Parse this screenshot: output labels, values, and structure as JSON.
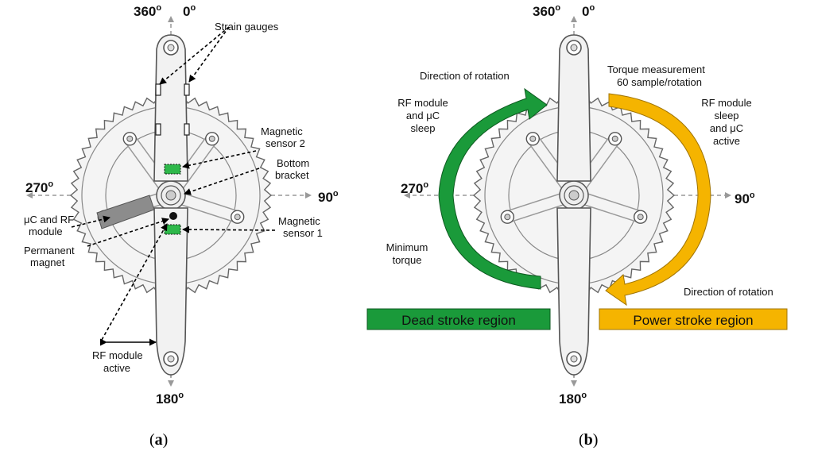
{
  "panel_a": {
    "angles": {
      "top_left": "360",
      "top_right": "0",
      "left": "270",
      "right": "90",
      "bottom": "180",
      "sup": "o"
    },
    "labels": {
      "strain_gauges": "Strain gauges",
      "magnetic_sensor_2": [
        "Magnetic",
        "sensor 2"
      ],
      "bottom_bracket": [
        "Bottom",
        "bracket"
      ],
      "magnetic_sensor_1": [
        "Magnetic",
        "sensor 1"
      ],
      "uc_rf_module": [
        "μC and RF",
        "module"
      ],
      "permanent_magnet": [
        "Permanent",
        "magnet"
      ],
      "rf_module_active": [
        "RF module",
        "active"
      ]
    },
    "caption": {
      "open": "(",
      "letter": "a",
      "close": ")"
    }
  },
  "panel_b": {
    "angles": {
      "top_left": "360",
      "top_right": "0",
      "left": "270",
      "right": "90",
      "bottom": "180",
      "sup": "o"
    },
    "labels": {
      "direction_top": "Direction of rotation",
      "torque_measurement": [
        "Torque measurement",
        "60 sample/rotation"
      ],
      "rf_sleep": [
        "RF module",
        "and μC",
        "sleep"
      ],
      "rf_active": [
        "RF module",
        "sleep",
        "and μC",
        "active"
      ],
      "minimum_torque": [
        "Minimum",
        "torque"
      ],
      "direction_bottom": "Direction of rotation"
    },
    "regions": {
      "dead": "Dead stroke region",
      "power": "Power stroke region"
    },
    "colors": {
      "dead": "#1a9a3a",
      "power": "#f5b400",
      "sensor": "#2eb84a",
      "module": "#888888"
    },
    "caption": {
      "open": "(",
      "letter": "b",
      "close": ")"
    }
  }
}
